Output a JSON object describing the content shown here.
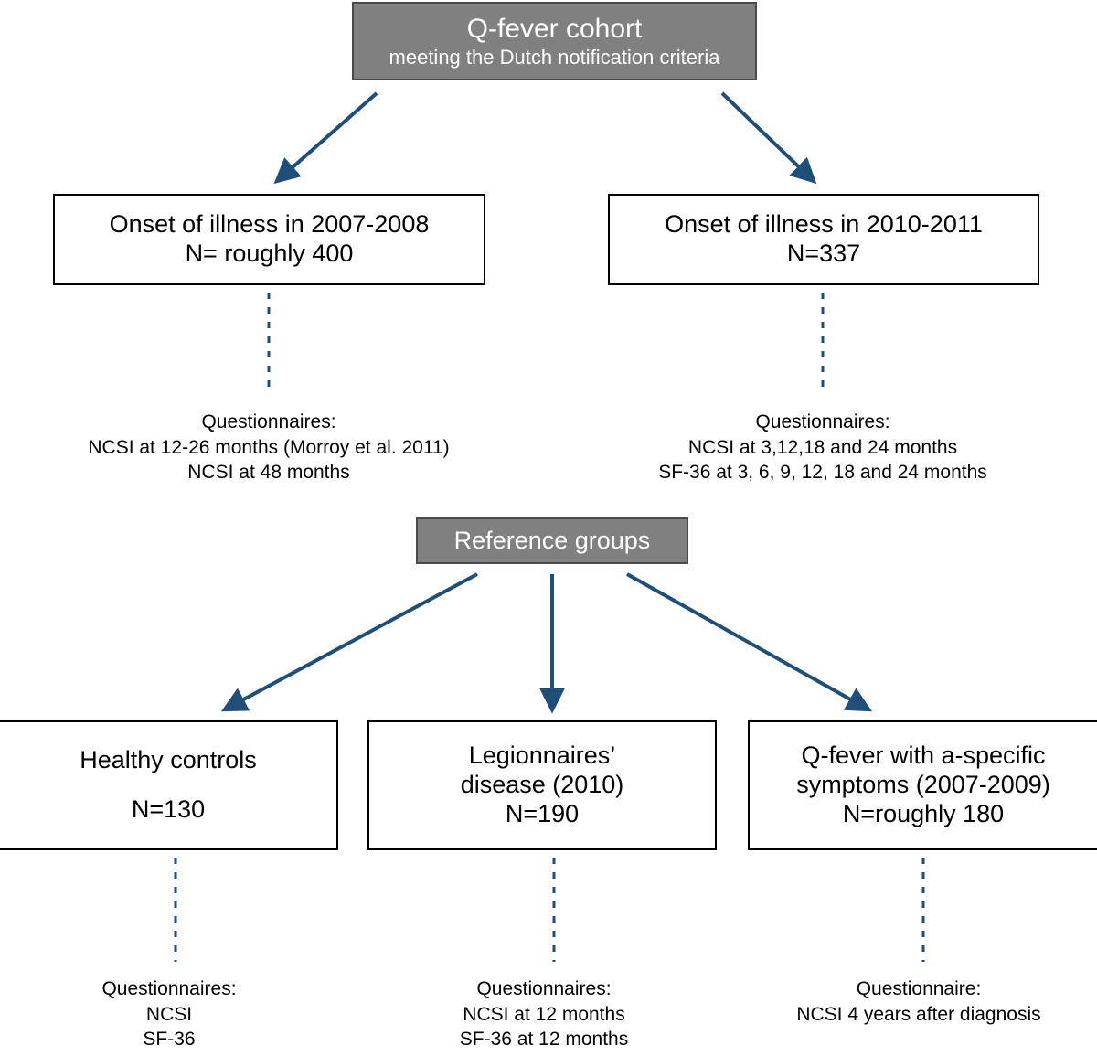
{
  "diagram": {
    "type": "flowchart",
    "colors": {
      "gray_node_fill": "#808080",
      "gray_node_border": "#4a4a4a",
      "white_node_fill": "#ffffff",
      "white_node_border": "#000000",
      "arrow": "#1f4e79",
      "dashed_line": "#1f4e79",
      "text": "#000000",
      "gray_node_text": "#ffffff"
    },
    "nodes": {
      "cohort": {
        "title": "Q-fever cohort",
        "subtitle": "meeting the Dutch notification criteria"
      },
      "onset_2007_2008": {
        "line1": "Onset of illness in 2007-2008",
        "line2": "N= roughly 400"
      },
      "onset_2010_2011": {
        "line1": "Onset of illness in 2010-2011",
        "line2": "N=337"
      },
      "reference_groups": {
        "title": "Reference groups"
      },
      "healthy_controls": {
        "line1": "Healthy controls",
        "line2": "N=130"
      },
      "legionnaires": {
        "line1": "Legionnaires’",
        "line2": "disease (2010)",
        "line3": "N=190"
      },
      "qfever_aspecific": {
        "line1": "Q-fever with a-specific",
        "line2": "symptoms (2007-2009)",
        "line3": "N=roughly 180"
      }
    },
    "captions": {
      "left_cohort": {
        "line1": "Questionnaires:",
        "line2": "NCSI at 12-26 months (Morroy et al. 2011)",
        "line3": "NCSI at 48 months"
      },
      "right_cohort": {
        "line1": "Questionnaires:",
        "line2": "NCSI at 3,12,18 and 24 months",
        "line3": "SF-36 at 3, 6, 9, 12, 18 and 24 months"
      },
      "healthy_controls": {
        "line1": "Questionnaires:",
        "line2": "NCSI",
        "line3": "SF-36"
      },
      "legionnaires": {
        "line1": "Questionnaires:",
        "line2": "NCSI at 12 months",
        "line3": "SF-36 at 12 months"
      },
      "qfever_aspecific": {
        "line1": "Questionnaire:",
        "line2": "NCSI 4 years after diagnosis"
      }
    }
  }
}
